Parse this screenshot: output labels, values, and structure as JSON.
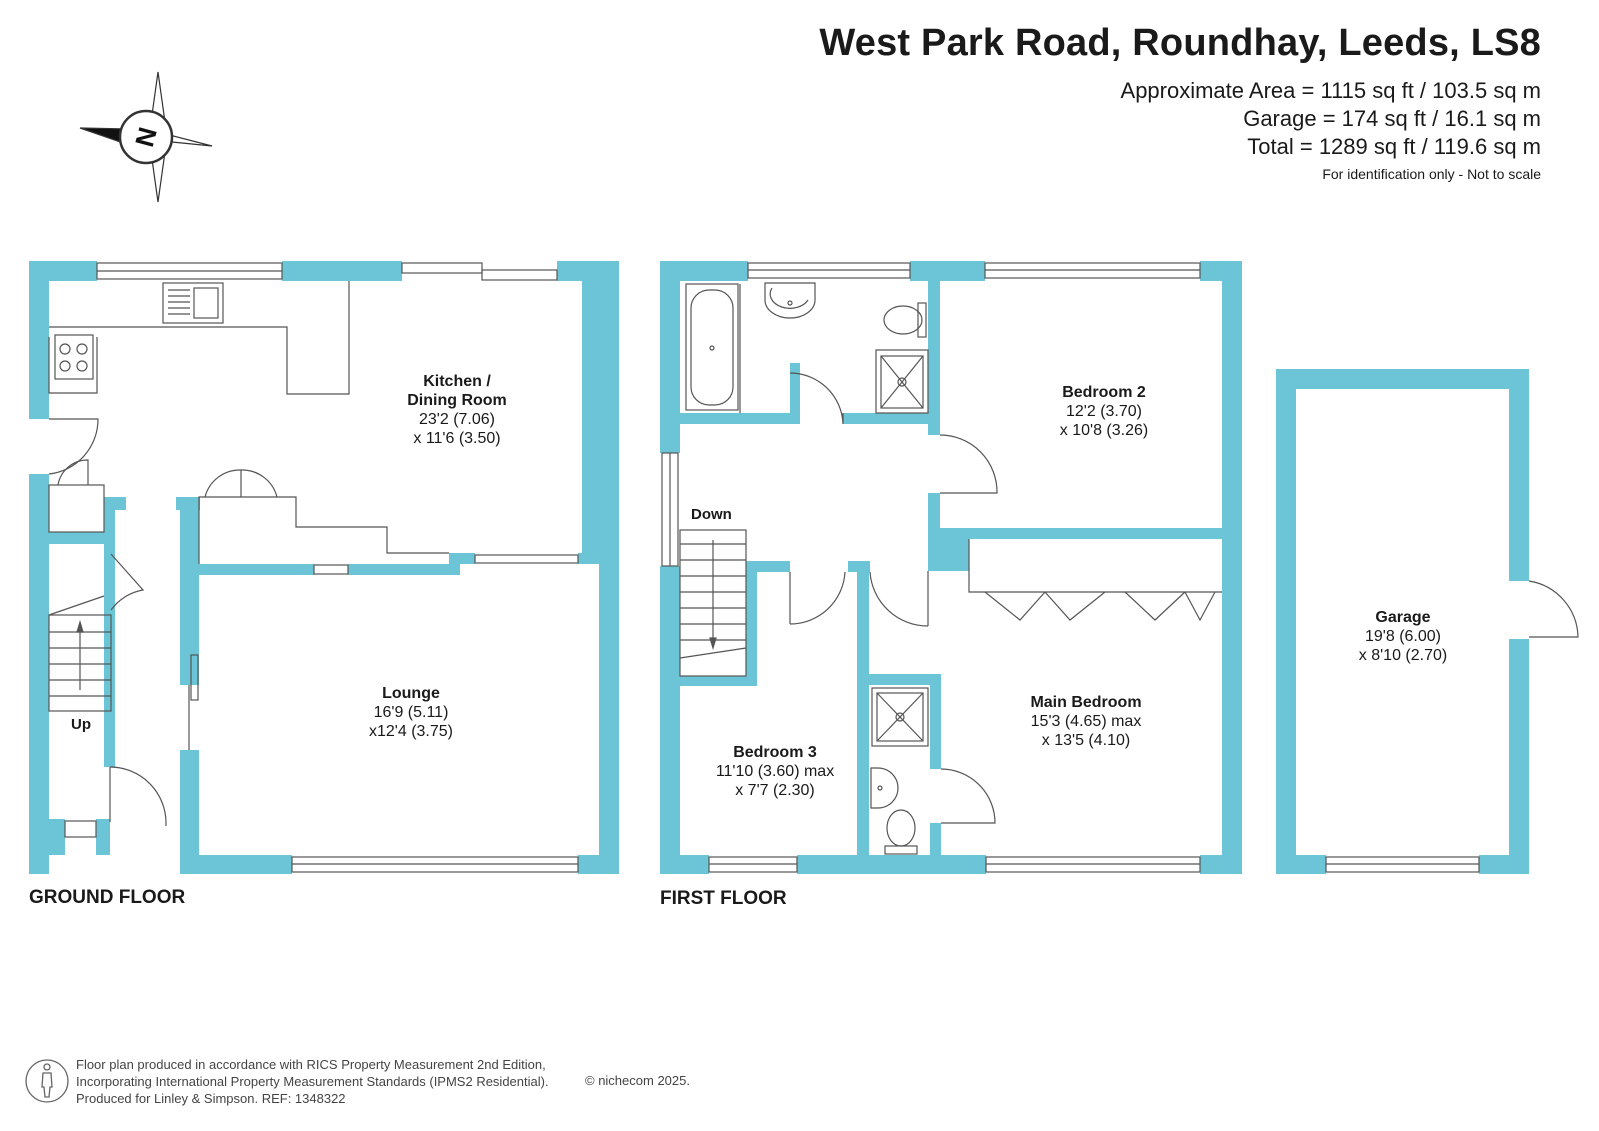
{
  "header": {
    "title": "West Park Road, Roundhay, Leeds, LS8",
    "approx_area": "Approximate Area = 1115 sq ft / 103.5 sq m",
    "garage_area": "Garage = 174 sq ft / 16.1 sq m",
    "total_area": "Total = 1289 sq ft / 119.6 sq m",
    "disclaimer": "For identification only - Not to scale"
  },
  "compass": {
    "label": "N",
    "icon": "compass-rose-icon"
  },
  "floors": {
    "ground": "GROUND FLOOR",
    "first": "FIRST FLOOR"
  },
  "stairs": {
    "up": "Up",
    "down": "Down"
  },
  "rooms": {
    "kitchen": {
      "name_line1": "Kitchen /",
      "name_line2": "Dining Room",
      "dim1": "23'2 (7.06)",
      "dim2": "x 11'6 (3.50)"
    },
    "lounge": {
      "name": "Lounge",
      "dim1": "16'9 (5.11)",
      "dim2": "x12'4 (3.75)"
    },
    "bedroom2": {
      "name": "Bedroom 2",
      "dim1": "12'2 (3.70)",
      "dim2": "x 10'8 (3.26)"
    },
    "main_bedroom": {
      "name": "Main Bedroom",
      "dim1": "15'3 (4.65) max",
      "dim2": "x 13'5 (4.10)"
    },
    "bedroom3": {
      "name": "Bedroom 3",
      "dim1": "11'10 (3.60) max",
      "dim2": "x 7'7 (2.30)"
    },
    "garage": {
      "name": "Garage",
      "dim1": "19'8 (6.00)",
      "dim2": "x 8'10 (2.70)"
    }
  },
  "footer": {
    "line1": "Floor plan produced in accordance with RICS Property Measurement 2nd Edition,",
    "line2": "Incorporating International Property Measurement Standards (IPMS2 Residential).",
    "line3": "Produced for Linley & Simpson.   REF:  1348322",
    "copyright": "© nichecom 2025."
  },
  "colors": {
    "wall": "#6cc5d6",
    "line": "#555555",
    "text": "#1a1a1a"
  }
}
